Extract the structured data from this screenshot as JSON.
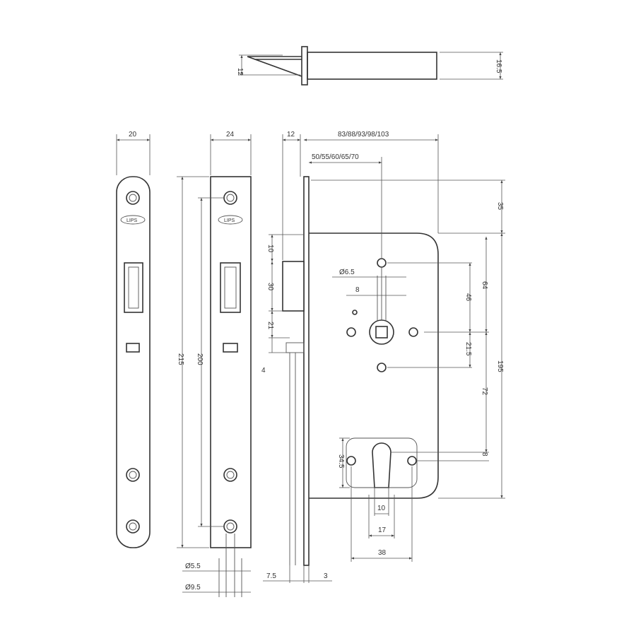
{
  "drawing": {
    "brand_mark": "LIPS",
    "bolt_view": {
      "height_latch": "12",
      "height_body": "16.5"
    },
    "strike_round": {
      "width": "20"
    },
    "strike_square": {
      "width": "24",
      "length_total": "215",
      "hole_spacing": "200",
      "hole_small": "Ø5.5",
      "hole_large": "Ø9.5"
    },
    "lock_body": {
      "faceplate_offset": "12",
      "case_lengths": "83/88/93/98/103",
      "backsets": "50/55/60/65/70",
      "top_offset": "35",
      "latch_top": "10",
      "latch_height": "30",
      "bolt_offset": "21",
      "bolt_height": "4",
      "screw_hole": "Ø6.5",
      "spindle_slot": "8",
      "hole_to_spindle": "46",
      "case_top_to_spindle": "64",
      "spindle_to_hole": "21.5",
      "spindle_to_cylinder": "72",
      "case_height": "195",
      "cylinder_offset": "8",
      "cylinder_height": "34.5",
      "cylinder_slot": "10",
      "cylinder_width": "17",
      "cylinder_holes": "38",
      "faceplate_width": "7.5",
      "faceplate_thickness": "3"
    }
  }
}
